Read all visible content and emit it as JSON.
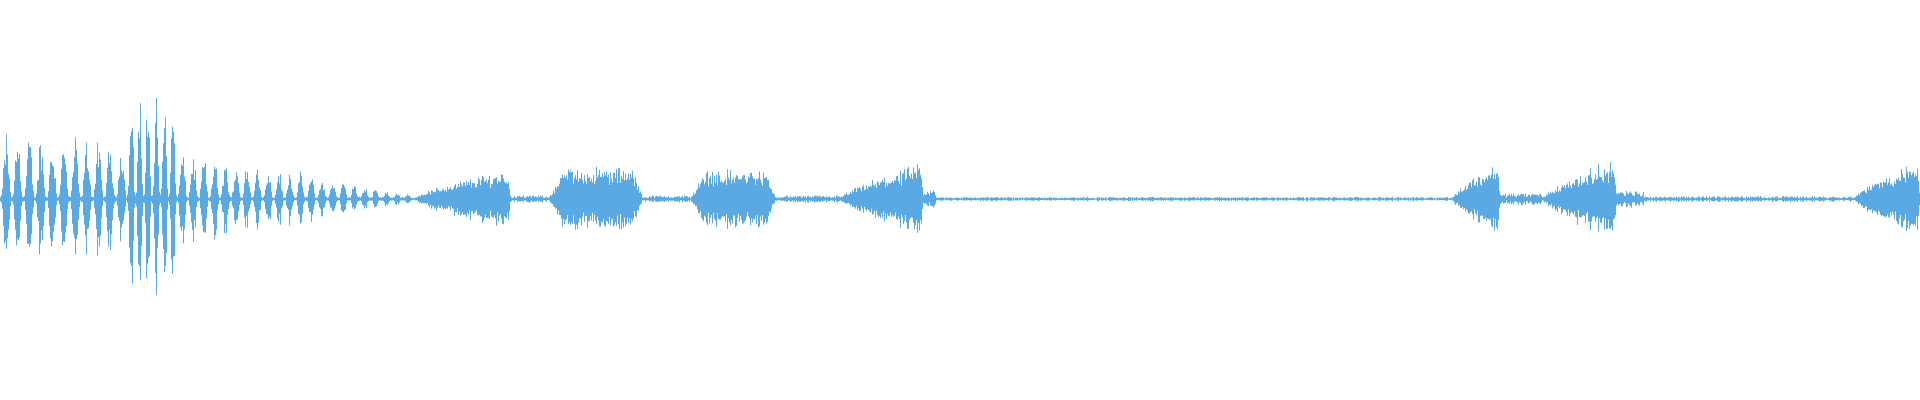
{
  "waveform": {
    "color": "#5aa9e2",
    "background": "#ffffff",
    "segments": [
      {
        "start": 0.0,
        "end": 0.066,
        "kind": "pulsed",
        "amp": 0.56,
        "decay": 0.15,
        "cycles": 11
      },
      {
        "start": 0.066,
        "end": 0.092,
        "kind": "pulsed",
        "amp": 0.98,
        "decay": 0.1,
        "cycles": 6
      },
      {
        "start": 0.092,
        "end": 0.215,
        "kind": "pulsed",
        "amp": 0.42,
        "decay": 0.92,
        "cycles": 22
      },
      {
        "start": 0.215,
        "end": 0.266,
        "kind": "blob",
        "amp": 0.24,
        "shape": "rise"
      },
      {
        "start": 0.266,
        "end": 0.285,
        "kind": "noise",
        "amp": 0.03
      },
      {
        "start": 0.285,
        "end": 0.335,
        "kind": "blob",
        "amp": 0.26,
        "shape": "plateau"
      },
      {
        "start": 0.335,
        "end": 0.359,
        "kind": "noise",
        "amp": 0.03
      },
      {
        "start": 0.359,
        "end": 0.404,
        "kind": "blob",
        "amp": 0.24,
        "shape": "plateau"
      },
      {
        "start": 0.404,
        "end": 0.437,
        "kind": "noise",
        "amp": 0.03
      },
      {
        "start": 0.437,
        "end": 0.481,
        "kind": "blob",
        "amp": 0.28,
        "shape": "rise"
      },
      {
        "start": 0.481,
        "end": 0.487,
        "kind": "noise",
        "amp": 0.08
      },
      {
        "start": 0.487,
        "end": 0.756,
        "kind": "noise",
        "amp": 0.018
      },
      {
        "start": 0.756,
        "end": 0.781,
        "kind": "blob",
        "amp": 0.3,
        "shape": "rise"
      },
      {
        "start": 0.781,
        "end": 0.803,
        "kind": "noise",
        "amp": 0.05
      },
      {
        "start": 0.803,
        "end": 0.842,
        "kind": "blob",
        "amp": 0.32,
        "shape": "rise"
      },
      {
        "start": 0.842,
        "end": 0.856,
        "kind": "noise",
        "amp": 0.07
      },
      {
        "start": 0.856,
        "end": 0.965,
        "kind": "noise",
        "amp": 0.025
      },
      {
        "start": 0.965,
        "end": 1.0,
        "kind": "blob",
        "amp": 0.3,
        "shape": "rise"
      }
    ]
  }
}
